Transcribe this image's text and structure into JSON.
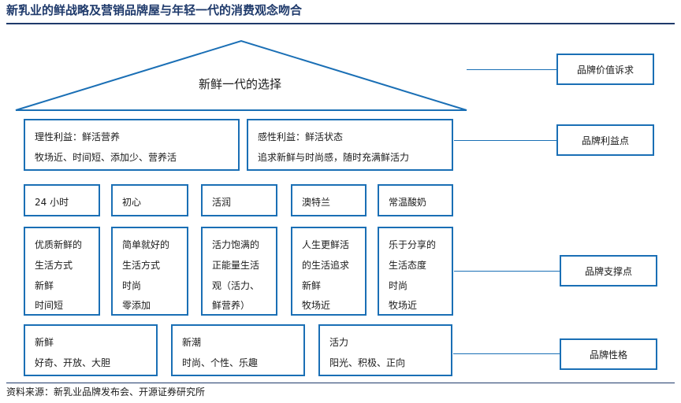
{
  "title": "新乳业的鲜战略及营销品牌屋与年轻一代的消费观念吻合",
  "roof_label": "新鲜一代的选择",
  "benefits": [
    {
      "heading": "理性利益：鲜活营养",
      "detail": "牧场近、时间短、添加少、营养活"
    },
    {
      "heading": "感性利益：鲜活状态",
      "detail": "追求新鲜与时尚感，随时充满鲜活力"
    }
  ],
  "pillars": [
    {
      "tag": "24 小时",
      "lines": [
        "优质新鲜的",
        "生活方式",
        "新鲜",
        "时间短"
      ]
    },
    {
      "tag": "初心",
      "lines": [
        "简单就好的",
        "生活方式",
        "时尚",
        "零添加"
      ]
    },
    {
      "tag": "活润",
      "lines": [
        "活力饱满的",
        "正能量生活",
        "观（活力、",
        "鲜营养）"
      ]
    },
    {
      "tag": "澳特兰",
      "lines": [
        "人生更鲜活",
        "的生活追求",
        "新鲜",
        "牧场近"
      ]
    },
    {
      "tag": "常温酸奶",
      "lines": [
        "乐于分享的",
        "生活态度",
        "时尚",
        "牧场近"
      ]
    }
  ],
  "personality": [
    {
      "heading": "新鲜",
      "detail": "好奇、开放、大胆"
    },
    {
      "heading": "新潮",
      "detail": "时尚、个性、乐趣"
    },
    {
      "heading": "活力",
      "detail": "阳光、积极、正向"
    }
  ],
  "right_labels": {
    "value": "品牌价值诉求",
    "benefit": "品牌利益点",
    "support": "品牌支撑点",
    "personality": "品牌性格"
  },
  "source": "资料来源：新乳业品牌发布会、开源证券研究所",
  "colors": {
    "border": "#1a6fb5",
    "title": "#1f3a6b"
  }
}
